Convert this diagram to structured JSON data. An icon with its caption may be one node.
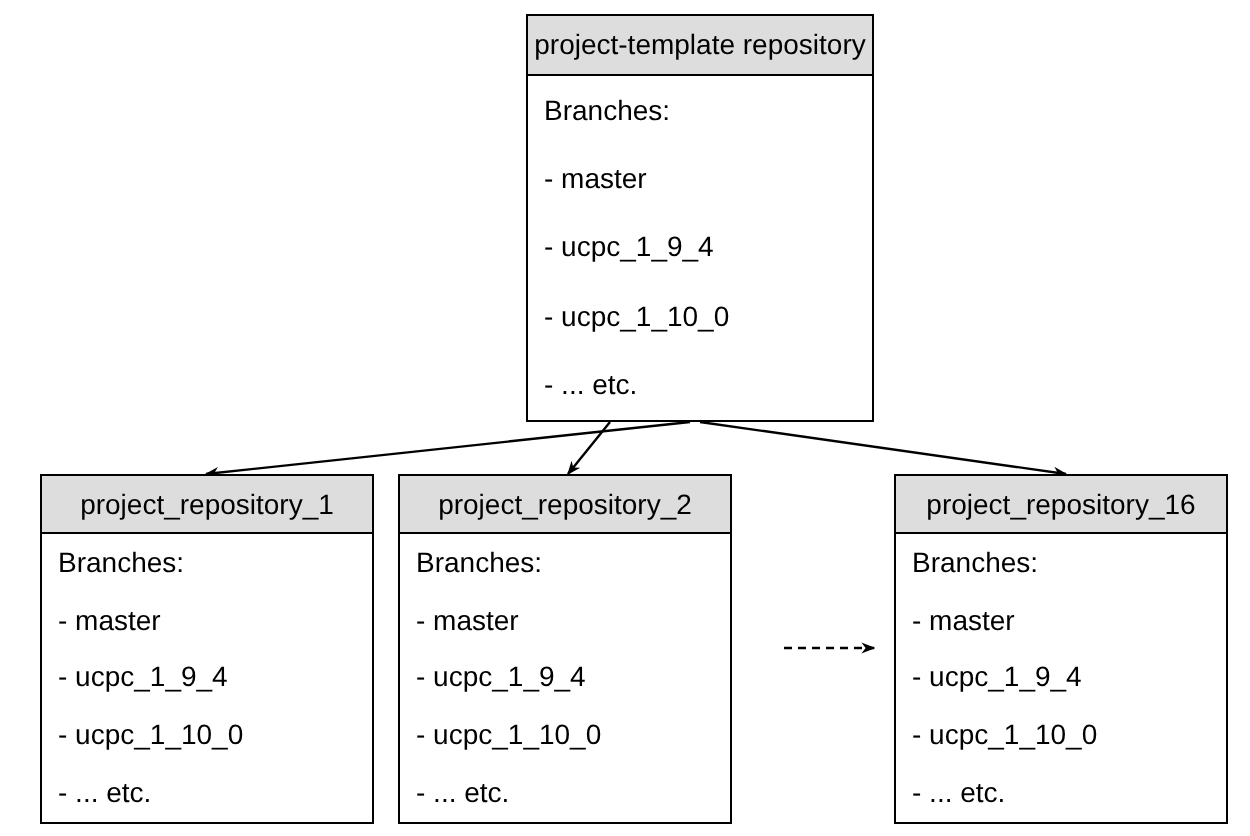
{
  "diagram": {
    "nodes": [
      {
        "text": [
          "project-template repository",
          "Branches:",
          "- master",
          "- ucpc_1_9_4",
          "- ucpc_1_10_0",
          "- ... etc."
        ]
      },
      {
        "text": [
          "project_repository_1",
          "Branches:",
          "- master",
          "- ucpc_1_9_4",
          "- ucpc_1_10_0",
          "- ... etc."
        ]
      },
      {
        "text": [
          "project_repository_2",
          "Branches:",
          "- master",
          "- ucpc_1_9_4",
          "- ucpc_1_10_0",
          "- ... etc."
        ]
      },
      {
        "text": [
          "project_repository_16",
          "Branches:",
          "- master",
          "- ucpc_1_9_4",
          "- ucpc_1_10_0",
          "- ... etc."
        ]
      }
    ],
    "edges": [
      {
        "from": 0,
        "to": 1,
        "arrow": "to"
      },
      {
        "from": 0,
        "to": 2,
        "arrow": "to"
      },
      {
        "from": 0,
        "to": 3,
        "arrow": "to"
      },
      {
        "from": 2,
        "to": 3,
        "arrow": "to",
        "style": "dashed"
      }
    ]
  }
}
